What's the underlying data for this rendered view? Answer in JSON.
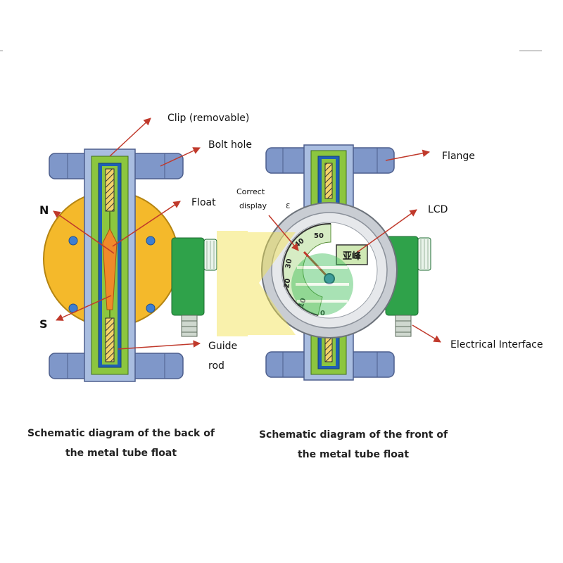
{
  "labels": {
    "clip": "Clip (removable)",
    "bolt_hole": "Bolt hole",
    "float": "Float",
    "guide": "Guide",
    "rod": "rod",
    "flange": "Flange",
    "correct": "Correct",
    "display": "display",
    "lcd": "LCD",
    "electrical_interface": "Electrical Interface",
    "pole_n": "N",
    "pole_s": "S"
  },
  "captions": {
    "back_line1": "Schematic diagram of the back of",
    "back_line2": "the metal tube float",
    "front_line1": "Schematic diagram of the front of",
    "front_line2": "the metal tube float"
  },
  "dial": {
    "ticks": [
      "0",
      "10",
      "20",
      "30",
      "40",
      "50"
    ],
    "lcd_text": "亚峰"
  },
  "colors": {
    "flange": "#7f97c9",
    "body_yellow": "#f4b92b",
    "tube_green": "#8cc63f",
    "connector_green": "#2fa24a",
    "float_orange": "#f08a2a",
    "arrow_red": "#c0392b",
    "watermark": "#f2e24a"
  }
}
